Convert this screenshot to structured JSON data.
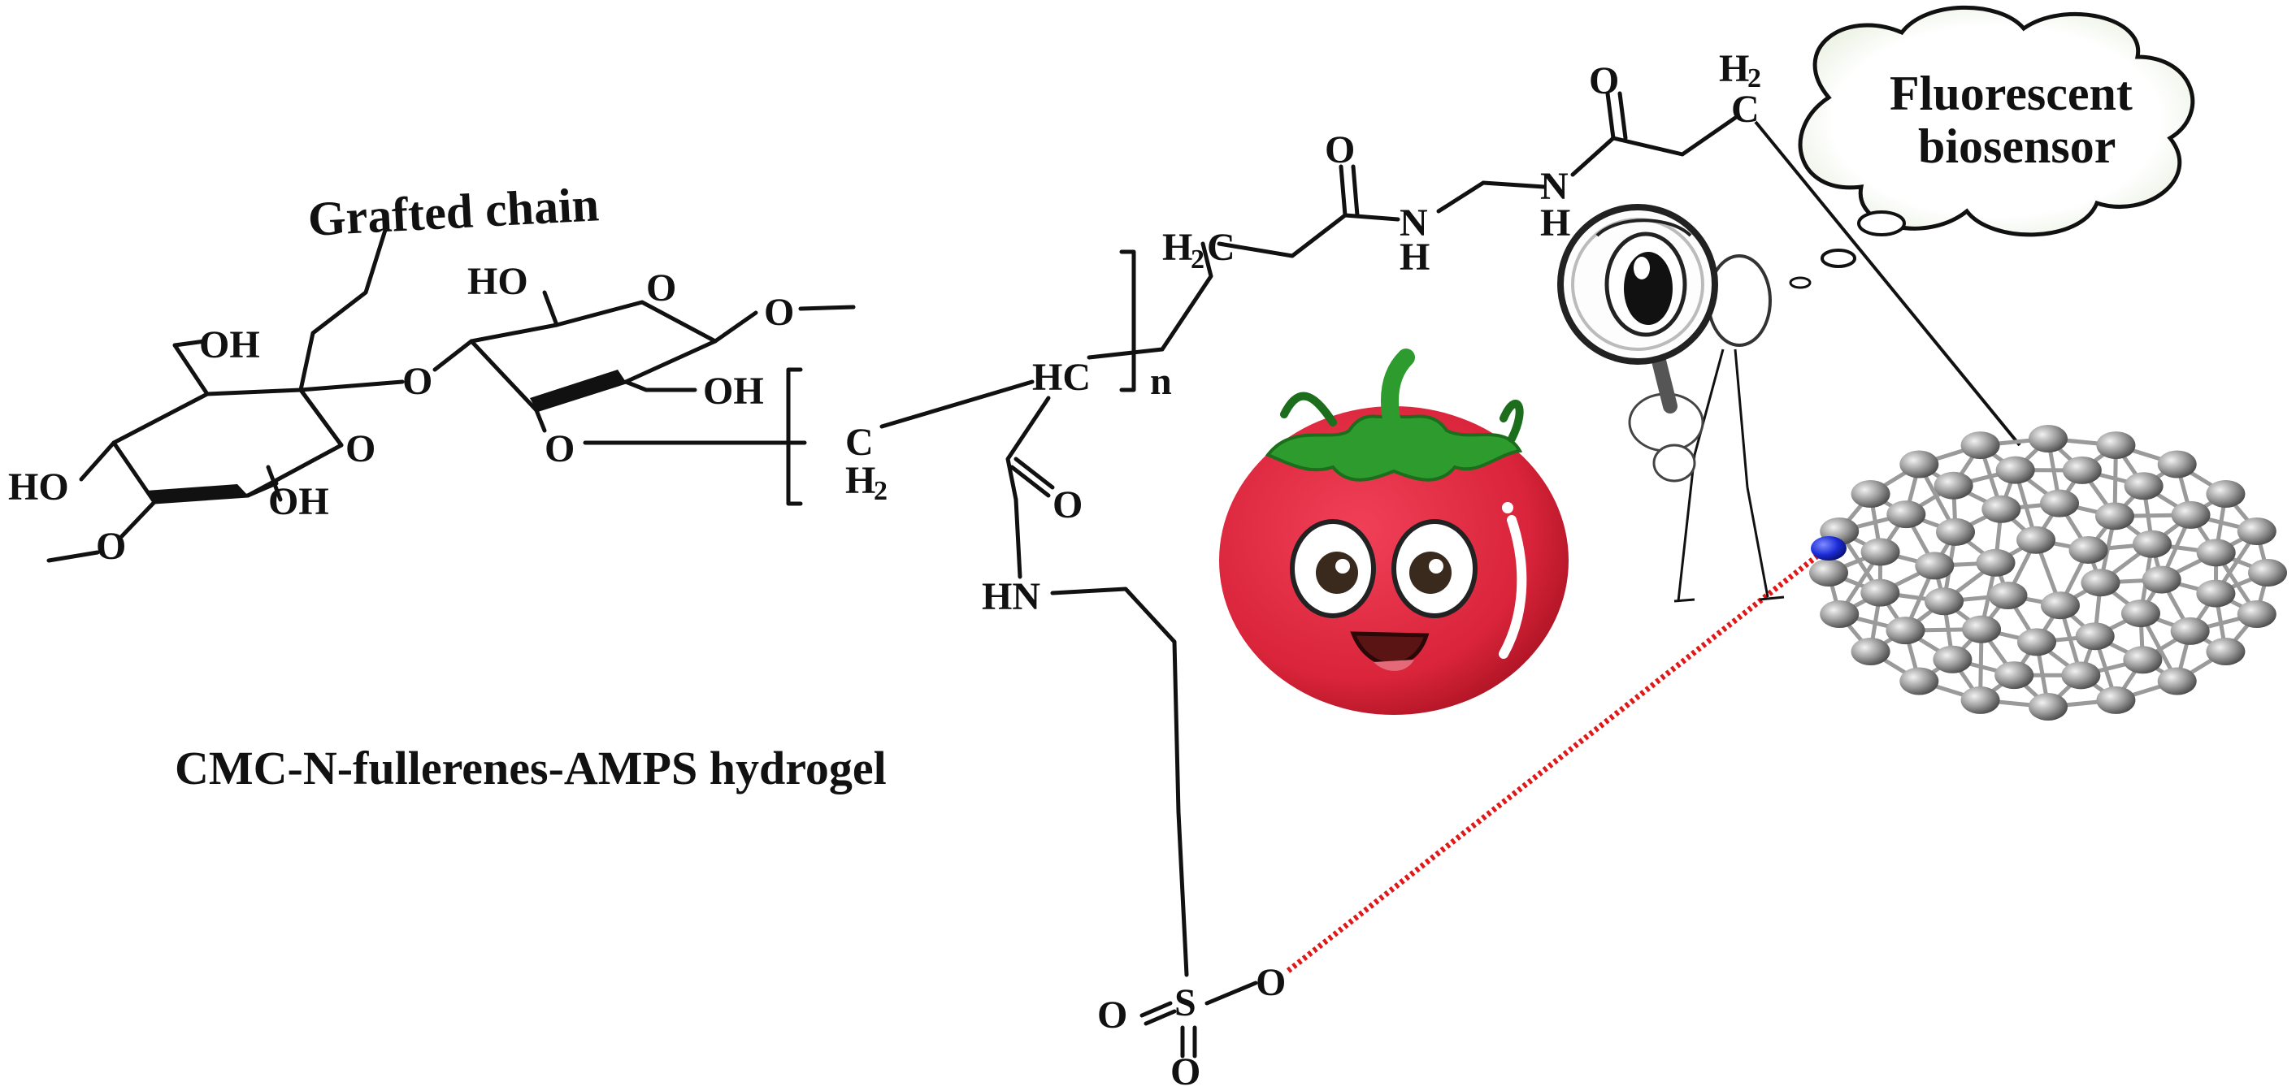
{
  "labels": {
    "grafted_chain": "Grafted chain",
    "hydrogel_name": "CMC-N-fullerenes-AMPS hydrogel",
    "bubble_line1": "Fluorescent",
    "bubble_line2": "biosensor"
  },
  "atoms": {
    "oh_top": "OH",
    "ho_left": "HO",
    "oh_bottom": "OH",
    "o_ring1": "O",
    "o_ring1_methoxy": "O",
    "o_glyco": "O",
    "ho_ring2": "HO",
    "o_ring2": "O",
    "o_ring2_methoxy": "O",
    "oh_ring2": "OH",
    "o_ring2_bottom": "O",
    "c_ch2": "C",
    "h2_ch2": "H",
    "h2_ch2_sub": "2",
    "hc": "HC",
    "n_repeat": "n",
    "o_amide1": "O",
    "hn": "HN",
    "h2c_top": "H",
    "h2c_top_sub": "2",
    "h2c_top_c": "C",
    "o_top1": "O",
    "nh1_n": "N",
    "nh1_h": "H",
    "nh2_n": "N",
    "nh2_h": "H",
    "o_top2": "O",
    "c_top_h2": "H",
    "c_top_h2_sub": "2",
    "c_top_c": "C",
    "s": "S",
    "o_s_left": "O",
    "o_s_bottom": "O",
    "o_s_right": "O"
  },
  "icons": {
    "tomato": "tomato-icon",
    "magnifier": "magnifier-icon",
    "fullerene": "fullerene-icon"
  },
  "colors": {
    "tomato_red": "#d9243a",
    "leaf_green": "#2e9b2e",
    "nitrogen_blue": "#1a2bd6",
    "carbon_gray": "#8e8e8e",
    "link_red": "#e01818"
  }
}
